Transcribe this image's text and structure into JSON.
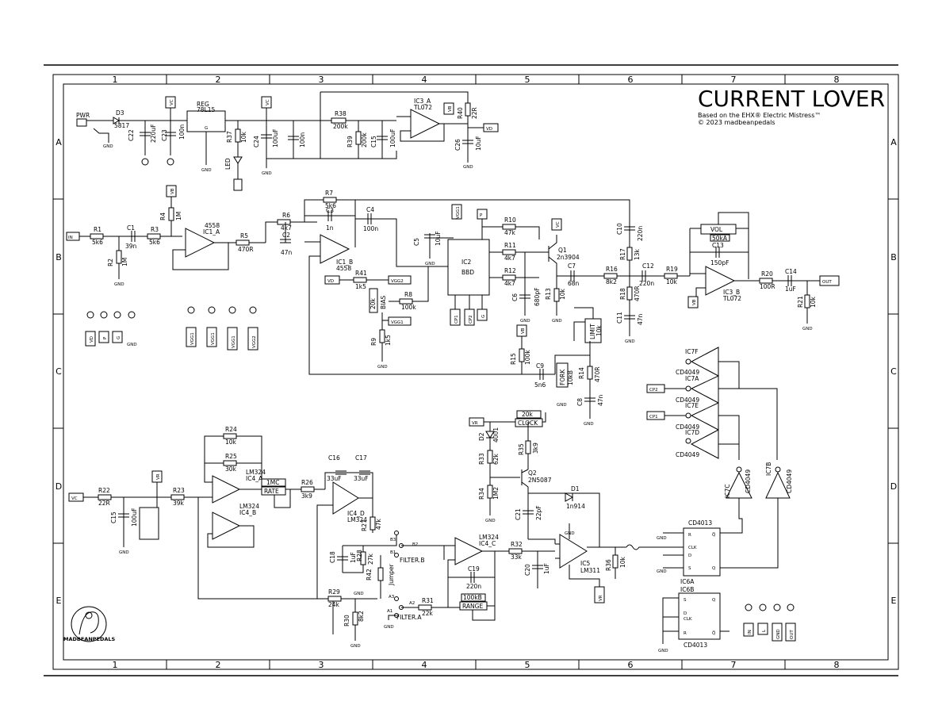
{
  "title": {
    "name": "CURRENT LOVER",
    "based_on": "Based on the EHX® Electric Mistress™",
    "copyright": "© 2023 madbeanpedals"
  },
  "grid": {
    "columns": [
      "1",
      "2",
      "3",
      "4",
      "5",
      "6",
      "7",
      "8"
    ],
    "rows": [
      "A",
      "B",
      "C",
      "D",
      "E"
    ]
  },
  "logo_text": "MADBEANPEDALS",
  "nets": {
    "vc": "VC",
    "vb": "VB",
    "vd": "VD",
    "vr": "VR",
    "vgg1": "VGG1",
    "vgg2": "VGG2",
    "cp1": "CP1",
    "cp2": "CP2",
    "in": "IN",
    "out": "OUT",
    "gnd": "GND",
    "p": "P",
    "l": "L",
    "g": "G"
  },
  "parts": {
    "pwr": {
      "ref": "PWR"
    },
    "d3": {
      "ref": "D3",
      "val": "5817"
    },
    "c22": {
      "ref": "C22",
      "val": "220uF"
    },
    "c23": {
      "ref": "C23",
      "val": "100n"
    },
    "reg": {
      "ref": "REG",
      "val": "78L15"
    },
    "r37": {
      "ref": "R37",
      "val": "10k"
    },
    "led": {
      "ref": "LED"
    },
    "c24": {
      "ref": "C24",
      "val": "100uF"
    },
    "c25_top": {
      "val": "100n"
    },
    "r38": {
      "ref": "R38",
      "val": "200k"
    },
    "r39": {
      "ref": "R39",
      "val": "200k"
    },
    "c15_top": {
      "ref": "C15",
      "val": "100uF"
    },
    "ic3a": {
      "ref": "IC3_A",
      "val": "TL072"
    },
    "r40": {
      "ref": "R40",
      "val": "22R"
    },
    "c26": {
      "ref": "C26",
      "val": "10uF"
    },
    "r4": {
      "ref": "R4",
      "val": "1M"
    },
    "r1": {
      "ref": "R1",
      "val": "5k6"
    },
    "c1": {
      "ref": "C1",
      "val": "39n"
    },
    "r2": {
      "ref": "R2",
      "val": "1M"
    },
    "r3": {
      "ref": "R3",
      "val": "5k6"
    },
    "ic1a": {
      "ref": "IC1_A",
      "val": "4558"
    },
    "r5": {
      "ref": "R5",
      "val": "470R"
    },
    "r6": {
      "ref": "R6",
      "val": "4k7"
    },
    "r7": {
      "ref": "R7",
      "val": "5k6"
    },
    "c3": {
      "ref": "C3",
      "val": "1n"
    },
    "c2": {
      "ref": "C2",
      "val": "47n"
    },
    "c4": {
      "ref": "C4",
      "val": "100n"
    },
    "ic1b": {
      "ref": "IC1_B",
      "val": "4558"
    },
    "r41": {
      "ref": "R41",
      "val": "1k5"
    },
    "bias": {
      "ref": "BIAS",
      "val": "20k"
    },
    "r8": {
      "ref": "R8",
      "val": "100k"
    },
    "r9": {
      "ref": "R9",
      "val": "1k5"
    },
    "c5": {
      "ref": "C5",
      "val": "10uF"
    },
    "ic2": {
      "ref": "IC2",
      "val": "BBD"
    },
    "r10": {
      "ref": "R10",
      "val": "47k"
    },
    "r11": {
      "ref": "R11",
      "val": "4k7"
    },
    "r12": {
      "ref": "R12",
      "val": "4k7"
    },
    "c6": {
      "ref": "C6",
      "val": "680pF"
    },
    "q1": {
      "ref": "Q1",
      "val": "2n3904"
    },
    "r13": {
      "ref": "R13",
      "val": "10k"
    },
    "c7": {
      "ref": "C7",
      "val": "68n"
    },
    "r16": {
      "ref": "R16",
      "val": "8k2"
    },
    "c10": {
      "ref": "C10",
      "val": "220n"
    },
    "r17": {
      "ref": "R17",
      "val": "13k"
    },
    "r18": {
      "ref": "R18",
      "val": "470R"
    },
    "c11": {
      "ref": "C11",
      "val": "47n"
    },
    "limit": {
      "ref": "LIMIT",
      "val": "10k"
    },
    "c12": {
      "ref": "C12",
      "val": "220n"
    },
    "r19": {
      "ref": "R19",
      "val": "10k"
    },
    "vol": {
      "ref": "VOL",
      "val": "50kA"
    },
    "c13": {
      "ref": "C13",
      "val": "150pF"
    },
    "ic3b": {
      "ref": "IC3_B",
      "val": "TL072"
    },
    "r20": {
      "ref": "R20",
      "val": "100R"
    },
    "c14": {
      "ref": "C14",
      "val": "1uF"
    },
    "r21": {
      "ref": "R21",
      "val": "10k"
    },
    "r15": {
      "ref": "R15",
      "val": "100k"
    },
    "c9": {
      "ref": "C9",
      "val": "5n6"
    },
    "fork": {
      "ref": "FORK",
      "val": "10kB"
    },
    "r14": {
      "ref": "R14",
      "val": "470R"
    },
    "c8": {
      "ref": "C8",
      "val": "47n"
    },
    "cd4049": {
      "val": "CD4049",
      "units": [
        "IC7F",
        "IC7A",
        "IC7E",
        "IC7D",
        "IC7C",
        "IC7B"
      ]
    },
    "r24": {
      "ref": "R24",
      "val": "10k"
    },
    "r25": {
      "ref": "R25",
      "val": "30k"
    },
    "ic4a": {
      "ref": "IC4_A",
      "val": "LM324"
    },
    "rate": {
      "ref": "RATE",
      "val": "1MC"
    },
    "r26": {
      "ref": "R26",
      "val": "3k9"
    },
    "ic4b": {
      "ref": "IC4_B",
      "val": "LM324"
    },
    "c16": {
      "ref": "C16",
      "val": "33uF"
    },
    "c17": {
      "ref": "C17",
      "val": "33uF"
    },
    "ic4d": {
      "ref": "IC4_D",
      "val": "LM324"
    },
    "r27": {
      "ref": "R27",
      "val": "47k"
    },
    "r22": {
      "ref": "R22",
      "val": "22R"
    },
    "c15": {
      "ref": "C15",
      "val": "100uF"
    },
    "r23": {
      "ref": "R23",
      "val": "39k"
    },
    "c18": {
      "ref": "C18",
      "val": "1uF"
    },
    "r28": {
      "ref": "R28",
      "val": "27k"
    },
    "r42": {
      "ref": "R42",
      "val": "Jumper"
    },
    "filter_b": {
      "ref": "FILTER.B"
    },
    "filter_a": {
      "ref": "FILTER.A"
    },
    "r29": {
      "ref": "R29",
      "val": "24k"
    },
    "r30": {
      "ref": "R30",
      "val": "8k2"
    },
    "r31": {
      "ref": "R31",
      "val": "22k"
    },
    "ic4c": {
      "ref": "IC4_C",
      "val": "LM324"
    },
    "c19": {
      "ref": "C19",
      "val": "220n"
    },
    "range": {
      "ref": "RANGE",
      "val": "100kB"
    },
    "r32": {
      "ref": "R32",
      "val": "33k"
    },
    "c20": {
      "ref": "C20",
      "val": "1uF"
    },
    "ic5": {
      "ref": "IC5",
      "val": "LM311"
    },
    "r36": {
      "ref": "R36",
      "val": "10k"
    },
    "d2": {
      "ref": "D2",
      "val": "4001"
    },
    "clock": {
      "ref": "CLOCK",
      "val": "20k"
    },
    "r33": {
      "ref": "R33",
      "val": "62k"
    },
    "r35": {
      "ref": "R35",
      "val": "3k9"
    },
    "q2": {
      "ref": "Q2",
      "val": "2N5087"
    },
    "r34": {
      "ref": "R34",
      "val": "1M2"
    },
    "c21": {
      "ref": "C21",
      "val": "22pF"
    },
    "d1": {
      "ref": "D1",
      "val": "1n914"
    },
    "ic6a": {
      "ref": "IC6A",
      "val": "CD4013"
    },
    "ic6b": {
      "ref": "IC6B",
      "val": "CD4013"
    }
  },
  "flipflop_pins": {
    "r": "R",
    "s": "S",
    "clk": "CLK",
    "d": "D",
    "q": "Q",
    "qn": "Q̅"
  },
  "jumper_pins": {
    "b1": "B1",
    "b2": "B2",
    "b3": "B3",
    "a1": "A1",
    "a2": "A2",
    "a3": "A3"
  }
}
